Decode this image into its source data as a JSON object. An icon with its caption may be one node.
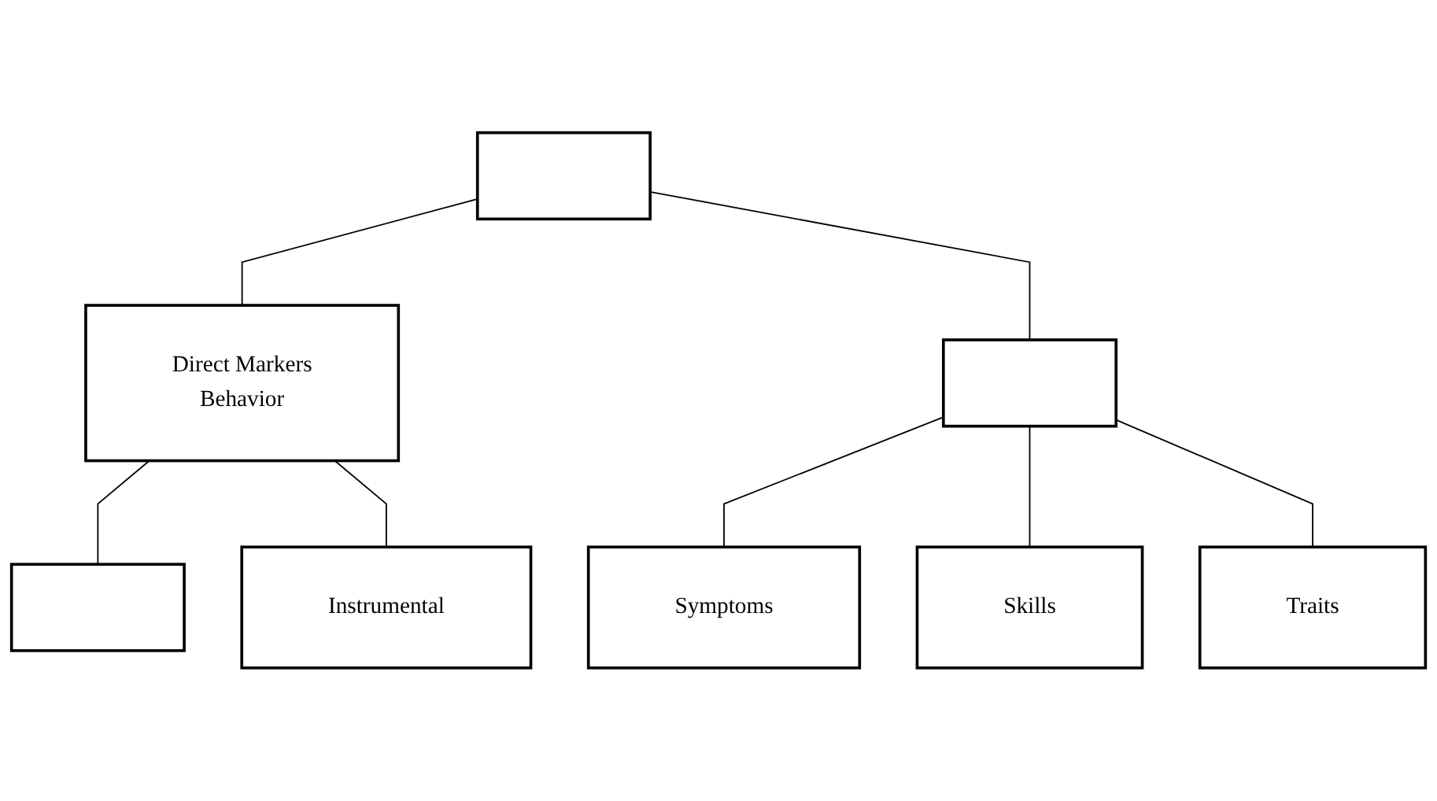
{
  "diagram": {
    "nodes": [
      {
        "text": [],
        "shape": "box"
      },
      {
        "text": [
          "Direct Markers",
          "Behavior"
        ]
      },
      {
        "text": [],
        "shape": "box"
      },
      {
        "text": [],
        "shape": "box"
      },
      {
        "text": [
          "Instrumental"
        ]
      },
      {
        "text": [
          "Symptoms"
        ]
      },
      {
        "text": [
          "Skills"
        ]
      },
      {
        "text": [
          "Traits"
        ]
      }
    ],
    "edges": [
      {
        "from": 0,
        "to": 1,
        "arrow": "none"
      },
      {
        "from": 0,
        "to": 2,
        "arrow": "none"
      },
      {
        "from": 1,
        "to": 3,
        "arrow": "none"
      },
      {
        "from": 1,
        "to": 4,
        "arrow": "none"
      },
      {
        "from": 2,
        "to": 5,
        "arrow": "none"
      },
      {
        "from": 2,
        "to": 6,
        "arrow": "none"
      },
      {
        "from": 2,
        "to": 7,
        "arrow": "none"
      }
    ]
  }
}
